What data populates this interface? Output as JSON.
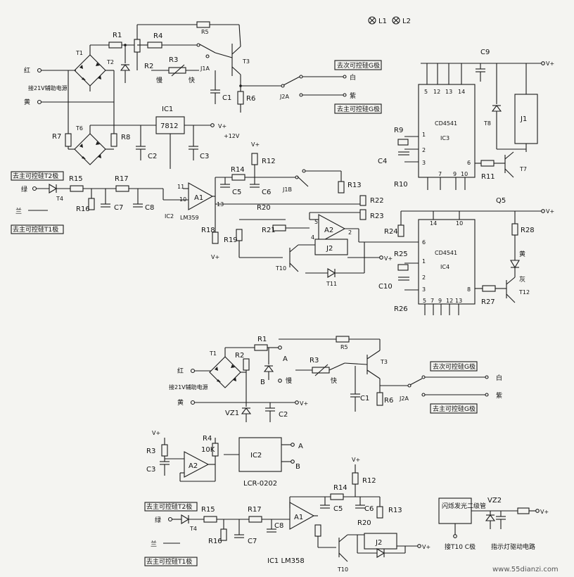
{
  "lamps": [
    "L1",
    "L2"
  ],
  "top": {
    "components": {
      "r1": "R1",
      "r2": "R2",
      "r3": "R3",
      "r4": "R4",
      "r5": "R5",
      "r6": "R6",
      "r7": "R7",
      "r8": "R8",
      "r9": "R9",
      "r10": "R10",
      "r11": "R11",
      "r12": "R12",
      "r13": "R13",
      "r14": "R14",
      "r15": "R15",
      "r16": "R16",
      "r17": "R17",
      "r18": "R18",
      "r19": "R19",
      "r20": "R20",
      "r21": "R21",
      "r22": "R22",
      "r23": "R23",
      "r24": "R24",
      "r25": "R25",
      "r26": "R26",
      "r27": "R27",
      "r28": "R28",
      "c1": "C1",
      "c2": "C2",
      "c3": "C3",
      "c4": "C4",
      "c5": "C5",
      "c6": "C6",
      "c7": "C7",
      "c8": "C8",
      "c9": "C9",
      "c10": "C10",
      "t1": "T1",
      "t2": "T2",
      "t3": "T3",
      "t4": "T4",
      "t6": "T6",
      "t7": "T7",
      "t8": "T8",
      "t10": "T10",
      "t11": "T11",
      "t12": "T12",
      "j1": "J1",
      "j2": "J2",
      "j1a": "J1A",
      "j1b": "J1B",
      "j2a": "J2A",
      "a1": "A1",
      "a2": "A2",
      "ic1": "IC1",
      "ic2": "IC2",
      "ic3": "IC3",
      "ic4": "IC4",
      "reg": "7812",
      "ic2_part": "LM359",
      "ic3_part": "CD4541",
      "ic4_part": "CD4541",
      "q5": "Q5"
    },
    "labels": {
      "red": "红",
      "yellow": "黄",
      "green": "绿",
      "blue": "兰",
      "white": "白",
      "purple": "紫",
      "slow": "慢",
      "fast": "快",
      "aux": "接21V辅助电源",
      "to_sub_g": "去次可控硅G极",
      "to_main_g": "去主可控硅G极",
      "to_main_t2": "去主可控硅T2极",
      "to_main_t1": "去主可控硅T1极",
      "vplus": "V+",
      "v12": "+12V",
      "huang": "黄",
      "hui": "灰"
    },
    "pins": {
      "p11": "11",
      "p10": "10",
      "p13": "13",
      "p5": "5",
      "p4": "4",
      "p2": "2",
      "ic3_5": "5",
      "ic3_12": "12",
      "ic3_13": "13",
      "ic3_14": "14",
      "ic3_1": "1",
      "ic3_2": "2",
      "ic3_3": "3",
      "ic3_6": "6",
      "ic3_7": "7",
      "ic3_9": "9",
      "ic3_10": "10",
      "ic4_14": "14",
      "ic4_10": "10",
      "ic4_6": "6",
      "ic4_1": "1",
      "ic4_2": "2",
      "ic4_3": "3",
      "ic4_8": "8",
      "ic4_5": "5",
      "ic4_7": "7",
      "ic4_9": "9",
      "ic4_12": "12",
      "ic4_13": "13"
    }
  },
  "bottom": {
    "labels": {
      "t1": "T1",
      "r1": "R1",
      "r2": "R2",
      "r3": "R3",
      "r5": "R5",
      "t3": "T3",
      "c1": "C1",
      "r6": "R6",
      "j2a": "J2A",
      "vz1": "VZ1",
      "c2": "C2",
      "a": "A",
      "b": "B",
      "r3b": "R3",
      "c3": "C3",
      "r4": "R4",
      "r4v": "10K",
      "a2": "A2",
      "ic2": "IC2",
      "part": "LCR-0202",
      "r15": "R15",
      "r17": "R17",
      "r16": "R16",
      "c7": "C7",
      "c8": "C8",
      "t4": "T4",
      "a1": "A1",
      "r14": "R14",
      "r12": "R12",
      "c5": "C5",
      "c6": "C6",
      "r13": "R13",
      "r20": "R20",
      "j2": "J2",
      "t10": "T10",
      "ic1": "IC1 LM358",
      "vz2": "VZ2",
      "flash": "闪烁发光二级管",
      "conn_t10": "接T10 C极",
      "indicator": "指示灯驱动电路",
      "watermark": "www.55dianzi.com"
    }
  }
}
